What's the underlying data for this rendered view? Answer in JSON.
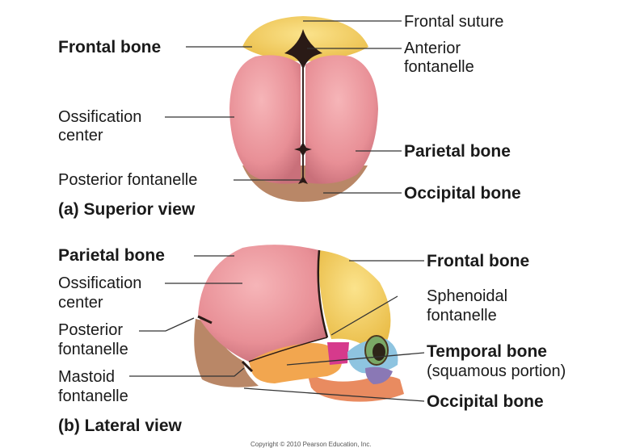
{
  "superior": {
    "caption": "(a) Superior view",
    "labels": {
      "frontal_bone": "Frontal bone",
      "frontal_suture": "Frontal suture",
      "anterior_fontanelle_1": "Anterior",
      "anterior_fontanelle_2": "fontanelle",
      "ossification_center_1": "Ossification",
      "ossification_center_2": "center",
      "parietal_bone": "Parietal bone",
      "posterior_fontanelle": "Posterior fontanelle",
      "occipital_bone": "Occipital bone"
    }
  },
  "lateral": {
    "caption": "(b) Lateral view",
    "labels": {
      "parietal_bone": "Parietal bone",
      "ossification_center_1": "Ossification",
      "ossification_center_2": "center",
      "posterior_fontanelle_1": "Posterior",
      "posterior_fontanelle_2": "fontanelle",
      "mastoid_fontanelle_1": "Mastoid",
      "mastoid_fontanelle_2": "fontanelle",
      "frontal_bone": "Frontal bone",
      "sphenoidal_fontanelle_1": "Sphenoidal",
      "sphenoidal_fontanelle_2": "fontanelle",
      "temporal_bone": "Temporal bone",
      "temporal_bone_sub": "(squamous portion)",
      "occipital_bone": "Occipital bone"
    }
  },
  "copyright": "Copyright © 2010 Pearson Education, Inc.",
  "colors": {
    "frontal": "#f4cf5e",
    "parietal": "#e88f96",
    "occipital": "#b98767",
    "temporal": "#f2a64f",
    "sphenoid": "#8ec4e0",
    "fontanelle": "#2a1a16",
    "magenta": "#d63a8c",
    "purple": "#8a78b5",
    "teal": "#7aa866"
  }
}
